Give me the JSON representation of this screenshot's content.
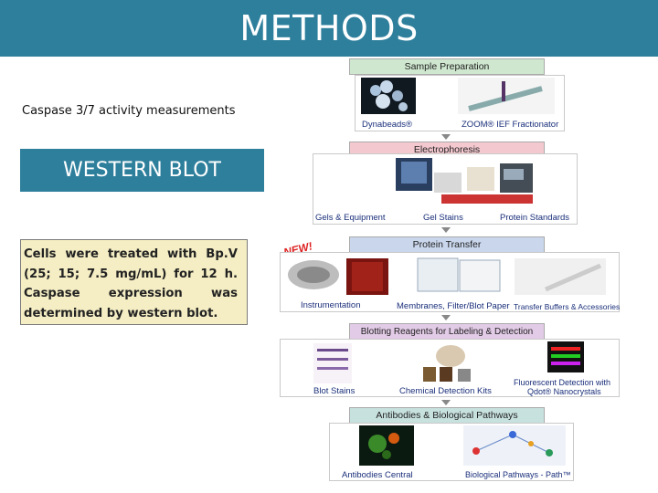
{
  "title": "METHODS",
  "caspase_text": "Caspase 3/7 activity measurements",
  "western_blot_label": "WESTERN BLOT",
  "description": "Cells were treated with Bp.V (25; 15; 7.5 mg/mL) for 12 h. Caspase expression was determined by western blot.",
  "workflow": {
    "sample_preparation": "Sample Preparation",
    "dynabeads": "Dynabeads®",
    "zoom": "ZOOM® IEF Fractionator",
    "electrophoresis": "Electrophoresis",
    "gels_equipment": "Gels & Equipment",
    "gel_stains": "Gel Stains",
    "protein_standards": "Protein Standards",
    "new_tag": "NEW!",
    "protein_transfer": "Protein Transfer",
    "instrumentation": "Instrumentation",
    "membranes": "Membranes, Filter/Blot Paper",
    "transfer_buffers": "Transfer Buffers & Accessories",
    "blotting_reagents": "Blotting Reagents for Labeling & Detection",
    "blot_stains": "Blot Stains",
    "chemical_detection": "Chemical Detection Kits",
    "fluorescent_detection_1": "Fluorescent Detection with",
    "fluorescent_detection_2": "Qdot® Nanocrystals",
    "antibodies_pathways": "Antibodies & Biological Pathways",
    "antibodies_central": "Antibodies Central",
    "biological_pathways": "Biological Pathways - Path™"
  },
  "colors": {
    "title_bar": "#2e7f9c",
    "desc_box": "#f5eec4"
  }
}
